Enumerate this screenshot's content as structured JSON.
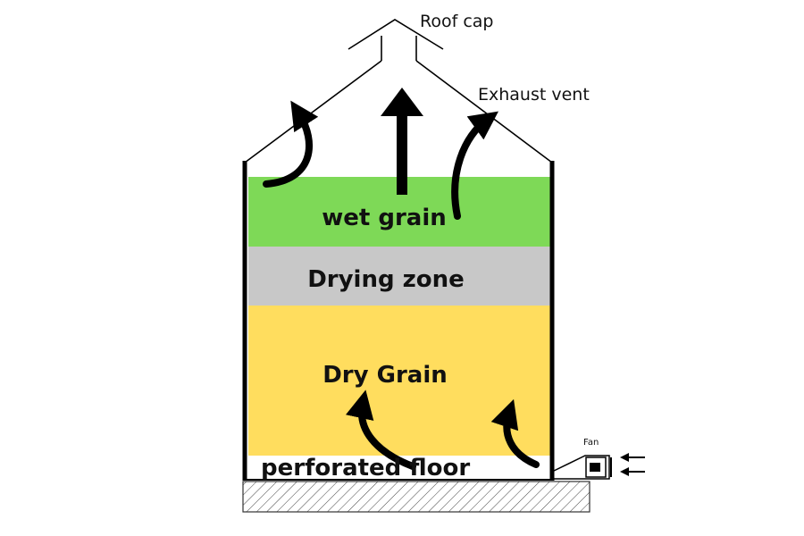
{
  "labels": {
    "roof_cap": "Roof cap",
    "exhaust_vent": "Exhaust vent",
    "wet_grain": "wet grain",
    "drying_zone": "Drying zone",
    "dry_grain": "Dry Grain",
    "perforated_floor": "perforated floor",
    "fan": "Fan"
  },
  "colors": {
    "wet_grain": "#7ed957",
    "drying_zone": "#c8c8c8",
    "dry_grain": "#ffdd5e",
    "outline": "#000000"
  },
  "icons": {
    "airflow": "curved-arrow-icon",
    "exhaust": "up-arrow-icon"
  }
}
